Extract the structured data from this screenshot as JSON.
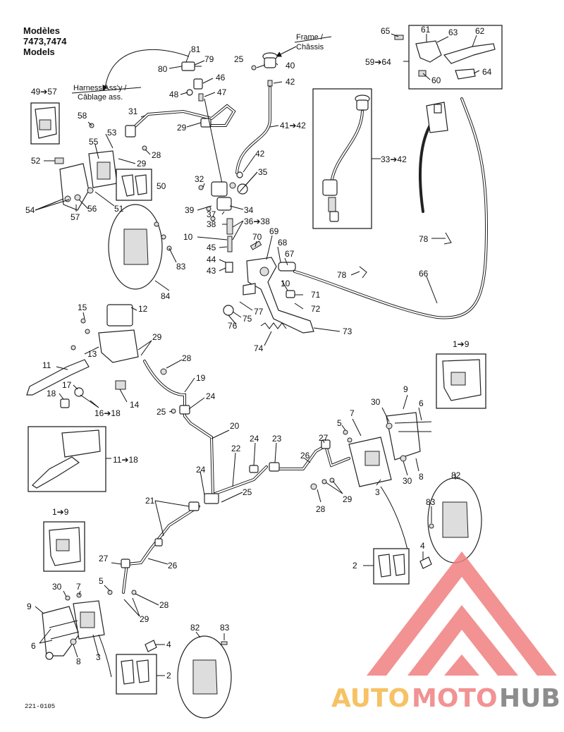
{
  "models_title": [
    "Modèles",
    "7473,7474",
    "Models"
  ],
  "notes": {
    "harness": [
      "Harness Ass'y /",
      "Câblage ass."
    ],
    "frame": [
      "Frame /",
      "Châssis"
    ]
  },
  "diagram_code": "221-0105",
  "watermark": {
    "parts": [
      "AUTO",
      "MOTO",
      "HUB"
    ],
    "colors": [
      "#f5b84a",
      "#f07f7f",
      "#7a7a7a"
    ]
  },
  "labels": [
    {
      "id": "l81",
      "text": "81"
    },
    {
      "id": "l79",
      "text": "79"
    },
    {
      "id": "l80",
      "text": "80"
    },
    {
      "id": "l25a",
      "text": "25"
    },
    {
      "id": "l40",
      "text": "40"
    },
    {
      "id": "l42a",
      "text": "42"
    },
    {
      "id": "l46",
      "text": "46"
    },
    {
      "id": "l48",
      "text": "48"
    },
    {
      "id": "l47",
      "text": "47"
    },
    {
      "id": "l31",
      "text": "31"
    },
    {
      "id": "l29a",
      "text": "29"
    },
    {
      "id": "l41_42",
      "text": "41➔42"
    },
    {
      "id": "l49_57",
      "text": "49➔57"
    },
    {
      "id": "l58",
      "text": "58"
    },
    {
      "id": "l53",
      "text": "53"
    },
    {
      "id": "l55",
      "text": "55"
    },
    {
      "id": "l28a",
      "text": "28"
    },
    {
      "id": "l29b",
      "text": "29"
    },
    {
      "id": "l52",
      "text": "52"
    },
    {
      "id": "l50",
      "text": "50"
    },
    {
      "id": "l54",
      "text": "54"
    },
    {
      "id": "l56",
      "text": "56"
    },
    {
      "id": "l57",
      "text": "57"
    },
    {
      "id": "l51",
      "text": "51"
    },
    {
      "id": "l83a",
      "text": "83"
    },
    {
      "id": "l84",
      "text": "84"
    },
    {
      "id": "l42b",
      "text": "42"
    },
    {
      "id": "l35",
      "text": "35"
    },
    {
      "id": "l32",
      "text": "32"
    },
    {
      "id": "l39",
      "text": "39"
    },
    {
      "id": "l34",
      "text": "34"
    },
    {
      "id": "l37",
      "text": "37"
    },
    {
      "id": "l38",
      "text": "38"
    },
    {
      "id": "l36_38",
      "text": "36➔38"
    },
    {
      "id": "l10a",
      "text": "10"
    },
    {
      "id": "l45",
      "text": "45"
    },
    {
      "id": "l44",
      "text": "44"
    },
    {
      "id": "l43",
      "text": "43"
    },
    {
      "id": "l70",
      "text": "70"
    },
    {
      "id": "l69",
      "text": "69"
    },
    {
      "id": "l68",
      "text": "68"
    },
    {
      "id": "l67",
      "text": "67"
    },
    {
      "id": "l10b",
      "text": "10"
    },
    {
      "id": "l71",
      "text": "71"
    },
    {
      "id": "l72",
      "text": "72"
    },
    {
      "id": "l73",
      "text": "73"
    },
    {
      "id": "l77",
      "text": "77"
    },
    {
      "id": "l75",
      "text": "75"
    },
    {
      "id": "l76",
      "text": "76"
    },
    {
      "id": "l74",
      "text": "74"
    },
    {
      "id": "l78a",
      "text": "78"
    },
    {
      "id": "l66",
      "text": "66"
    },
    {
      "id": "l78b",
      "text": "78"
    },
    {
      "id": "l33_42",
      "text": "33➔42"
    },
    {
      "id": "l65",
      "text": "65"
    },
    {
      "id": "l61",
      "text": "61"
    },
    {
      "id": "l63",
      "text": "63"
    },
    {
      "id": "l62",
      "text": "62"
    },
    {
      "id": "l59_64",
      "text": "59➔64"
    },
    {
      "id": "l60",
      "text": "60"
    },
    {
      "id": "l64",
      "text": "64"
    },
    {
      "id": "l15",
      "text": "15"
    },
    {
      "id": "l12",
      "text": "12"
    },
    {
      "id": "l13",
      "text": "13"
    },
    {
      "id": "l29c",
      "text": "29"
    },
    {
      "id": "l11",
      "text": "11"
    },
    {
      "id": "l28b",
      "text": "28"
    },
    {
      "id": "l19",
      "text": "19"
    },
    {
      "id": "l17",
      "text": "17"
    },
    {
      "id": "l18",
      "text": "18"
    },
    {
      "id": "l16_18",
      "text": "16➔18"
    },
    {
      "id": "l14",
      "text": "14"
    },
    {
      "id": "l25b",
      "text": "25"
    },
    {
      "id": "l24a",
      "text": "24"
    },
    {
      "id": "l20",
      "text": "20"
    },
    {
      "id": "l11_18",
      "text": "11➔18"
    },
    {
      "id": "l1_9a",
      "text": "1➔9"
    },
    {
      "id": "l9a",
      "text": "9"
    },
    {
      "id": "l30a",
      "text": "30"
    },
    {
      "id": "l6a",
      "text": "6"
    },
    {
      "id": "l7a",
      "text": "7"
    },
    {
      "id": "l5a",
      "text": "5"
    },
    {
      "id": "l27a",
      "text": "27"
    },
    {
      "id": "l24b",
      "text": "24"
    },
    {
      "id": "l23",
      "text": "23"
    },
    {
      "id": "l22",
      "text": "22"
    },
    {
      "id": "l26a",
      "text": "26"
    },
    {
      "id": "l24c",
      "text": "24"
    },
    {
      "id": "l25c",
      "text": "25"
    },
    {
      "id": "l21",
      "text": "21"
    },
    {
      "id": "l3a",
      "text": "3"
    },
    {
      "id": "l30b",
      "text": "30"
    },
    {
      "id": "l8a",
      "text": "8"
    },
    {
      "id": "l28c",
      "text": "28"
    },
    {
      "id": "l29d",
      "text": "29"
    },
    {
      "id": "l82a",
      "text": "82"
    },
    {
      "id": "l83b",
      "text": "83"
    },
    {
      "id": "l1_9b",
      "text": "1➔9"
    },
    {
      "id": "l4a",
      "text": "4"
    },
    {
      "id": "l2a",
      "text": "2"
    },
    {
      "id": "l27b",
      "text": "27"
    },
    {
      "id": "l26b",
      "text": "26"
    },
    {
      "id": "l30c",
      "text": "30"
    },
    {
      "id": "l7b",
      "text": "7"
    },
    {
      "id": "l5b",
      "text": "5"
    },
    {
      "id": "l28d",
      "text": "28"
    },
    {
      "id": "l9b",
      "text": "9"
    },
    {
      "id": "l29e",
      "text": "29"
    },
    {
      "id": "l6b",
      "text": "6"
    },
    {
      "id": "l8b",
      "text": "8"
    },
    {
      "id": "l3b",
      "text": "3"
    },
    {
      "id": "l4b",
      "text": "4"
    },
    {
      "id": "l2b",
      "text": "2"
    },
    {
      "id": "l82b",
      "text": "82"
    },
    {
      "id": "l83c",
      "text": "83"
    }
  ]
}
